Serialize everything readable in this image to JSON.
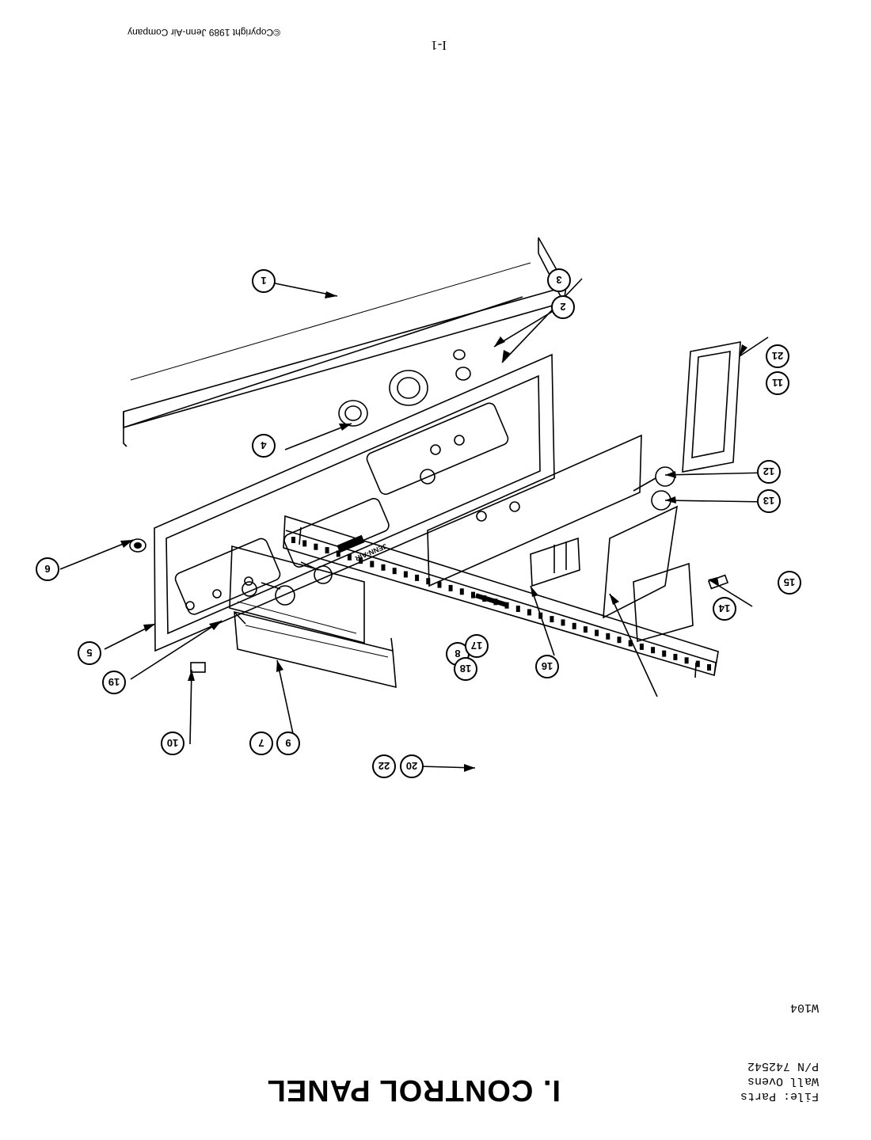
{
  "header": {
    "title": "I. CONTROL PANEL",
    "file_lines": [
      "File: Parts",
      "Wall Ovens",
      "P/N 742542"
    ],
    "code": "W104",
    "page_number": "I-1",
    "copyright": "©Copyright 1989 Jenn-Air Company"
  },
  "part_labels": {
    "p1": "1",
    "p2": "2",
    "p3": "3",
    "p4": "4",
    "p5": "5",
    "p6": "6",
    "p7": "7",
    "p8": "8",
    "p9": "9",
    "p10": "10",
    "p11": "11",
    "p12": "12",
    "p13": "13",
    "p14": "14",
    "p15": "15",
    "p16": "16",
    "p17": "17",
    "p18": "18",
    "p19": "19",
    "p20": "20",
    "p21": "21",
    "p22": "22"
  },
  "brand_on_panel": "JENN-AIR"
}
